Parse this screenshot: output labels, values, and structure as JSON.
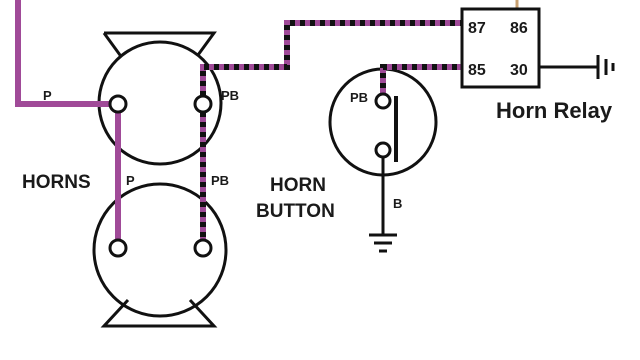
{
  "colors": {
    "wire_p": "#a04a98",
    "wire_pb_base": "#a04a98",
    "wire_pb_stripe": "#111111",
    "ink": "#111111",
    "feed": "#c8a070"
  },
  "horns": {
    "label": "HORNS",
    "top_left_wire": "P",
    "top_right_wire": "PB",
    "link_left_wire": "P",
    "link_right_wire": "PB"
  },
  "horn_button": {
    "label_line1": "HORN",
    "label_line2": "BUTTON",
    "top_terminal": "PB",
    "ground_wire": "B"
  },
  "relay": {
    "title": "Horn Relay",
    "pins": [
      "87",
      "86",
      "85",
      "30"
    ]
  }
}
